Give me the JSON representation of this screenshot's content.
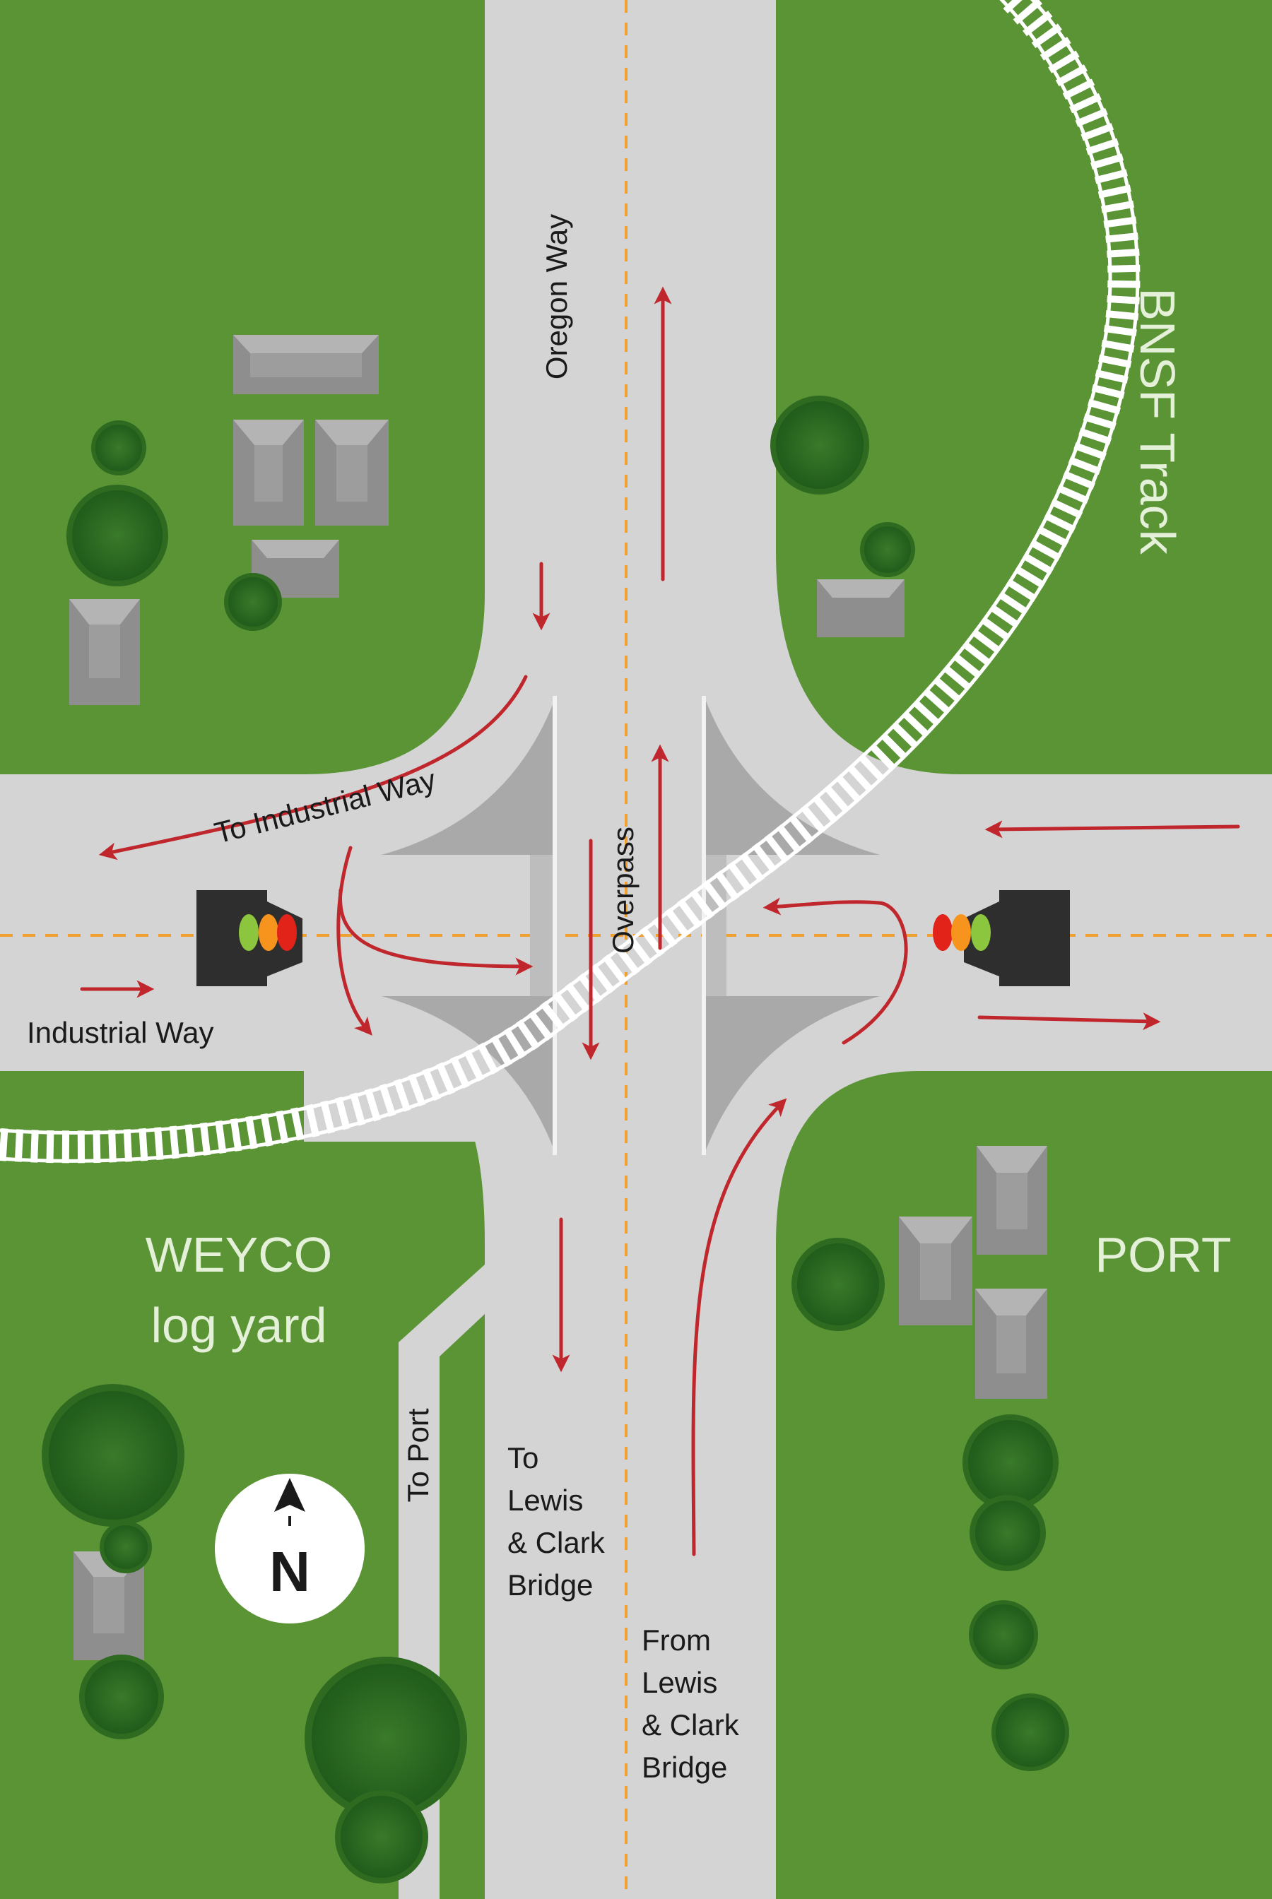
{
  "roads": {
    "north_road_label": "Oregon Way",
    "west_road_label": "Industrial Way",
    "to_industrial_label": "To Industrial Way",
    "overpass_label": "Overpass",
    "to_port_label": "To Port",
    "to_bridge_lines": [
      "To",
      "Lewis",
      "& Clark",
      "Bridge"
    ],
    "from_bridge_lines": [
      "From",
      "Lewis",
      "& Clark",
      "Bridge"
    ]
  },
  "areas": {
    "weyco_lines": [
      "WEYCO",
      "log yard"
    ],
    "port_label": "PORT",
    "rail_label": "BNSF Track"
  },
  "compass": {
    "letter": "N"
  },
  "traffic_lights": {
    "west": [
      "green",
      "orange",
      "red"
    ],
    "east": [
      "red",
      "orange",
      "green"
    ]
  },
  "colors": {
    "grass": "#5a9435",
    "road": "#d4d4d4",
    "arrow": "#c0272d",
    "center_line": "#f0a030",
    "label_light": "#e4f0d8"
  }
}
